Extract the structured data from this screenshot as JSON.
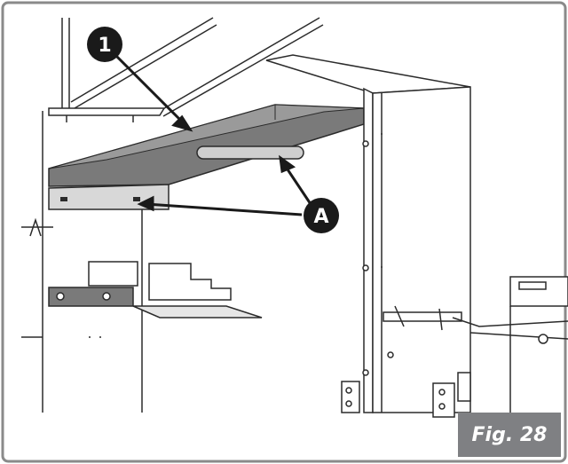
{
  "figure": {
    "label": "Fig. 28"
  },
  "callouts": [
    {
      "id": "1",
      "text": "1"
    },
    {
      "id": "A",
      "text": "A"
    }
  ],
  "colors": {
    "frame_border": "#888888",
    "callout_fill": "#1a1a1a",
    "shelf_fill": "#7a7a7a",
    "label_bg": "#7f8083"
  }
}
